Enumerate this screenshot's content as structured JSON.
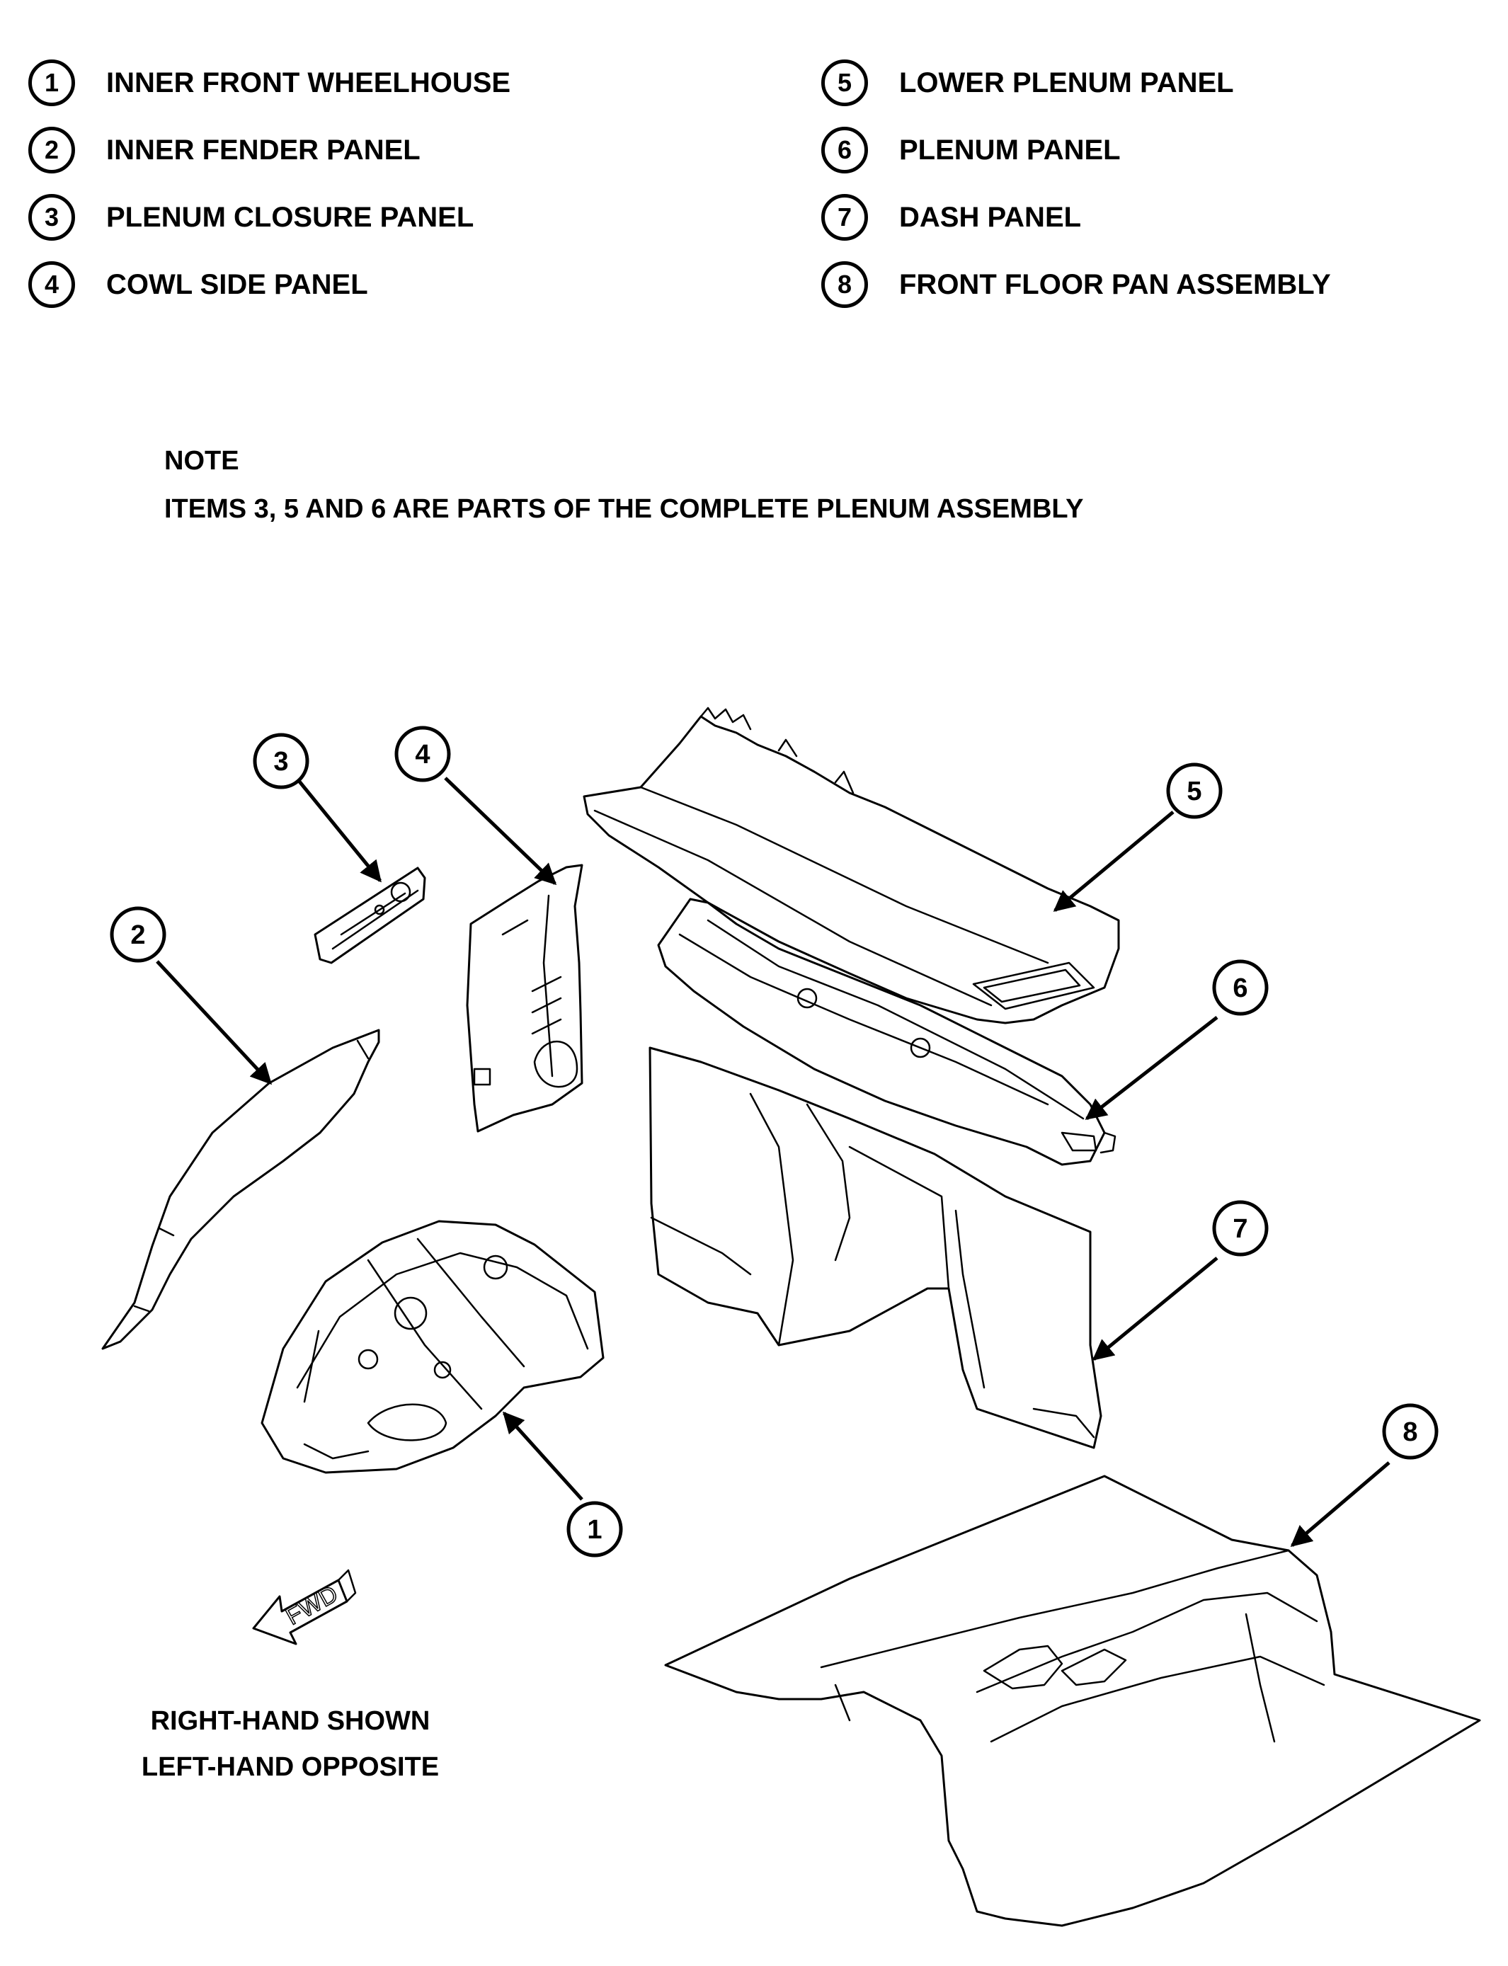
{
  "legend": [
    {
      "num": "1",
      "label": "INNER FRONT WHEELHOUSE"
    },
    {
      "num": "2",
      "label": "INNER FENDER PANEL"
    },
    {
      "num": "3",
      "label": "PLENUM CLOSURE PANEL"
    },
    {
      "num": "4",
      "label": "COWL SIDE PANEL"
    },
    {
      "num": "5",
      "label": "LOWER PLENUM PANEL"
    },
    {
      "num": "6",
      "label": "PLENUM PANEL"
    },
    {
      "num": "7",
      "label": "DASH PANEL"
    },
    {
      "num": "8",
      "label": "FRONT FLOOR PAN ASSEMBLY"
    }
  ],
  "note": {
    "heading": "NOTE",
    "text": "ITEMS 3, 5 AND 6 ARE PARTS OF THE COMPLETE PLENUM ASSEMBLY"
  },
  "callouts": [
    "1",
    "2",
    "3",
    "4",
    "5",
    "6",
    "7",
    "8"
  ],
  "direction_arrow": "FWD",
  "orientation": {
    "line1": "RIGHT-HAND SHOWN",
    "line2": "LEFT-HAND OPPOSITE"
  }
}
